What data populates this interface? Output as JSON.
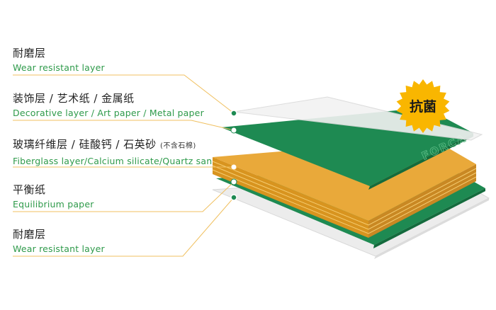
{
  "layers": [
    {
      "zh": "耐磨层",
      "en": "Wear resistant layer"
    },
    {
      "zh": "装饰层 / 艺术纸 / 金属纸",
      "en": "Decorative layer / Art paper / Metal paper"
    },
    {
      "zh": "玻璃纤维层 / 硅酸钙 / 石英砂",
      "zh_note": "(不含石棉)",
      "en": "Fiberglass layer/Calcium silicate/Quartz sand"
    },
    {
      "zh": "平衡纸",
      "en": "Equilibrium paper"
    },
    {
      "zh": "耐磨层",
      "en": "Wear resistant layer"
    }
  ],
  "badge": "抗菌",
  "brand": "FORCA",
  "colors": {
    "green": "#1e8a52",
    "green_dark": "#146b3d",
    "core": "#e9a93a",
    "core_dark": "#c98823",
    "leader": "#f0c060",
    "label_en": "#2e9a4a",
    "badge": "#f9b600"
  }
}
